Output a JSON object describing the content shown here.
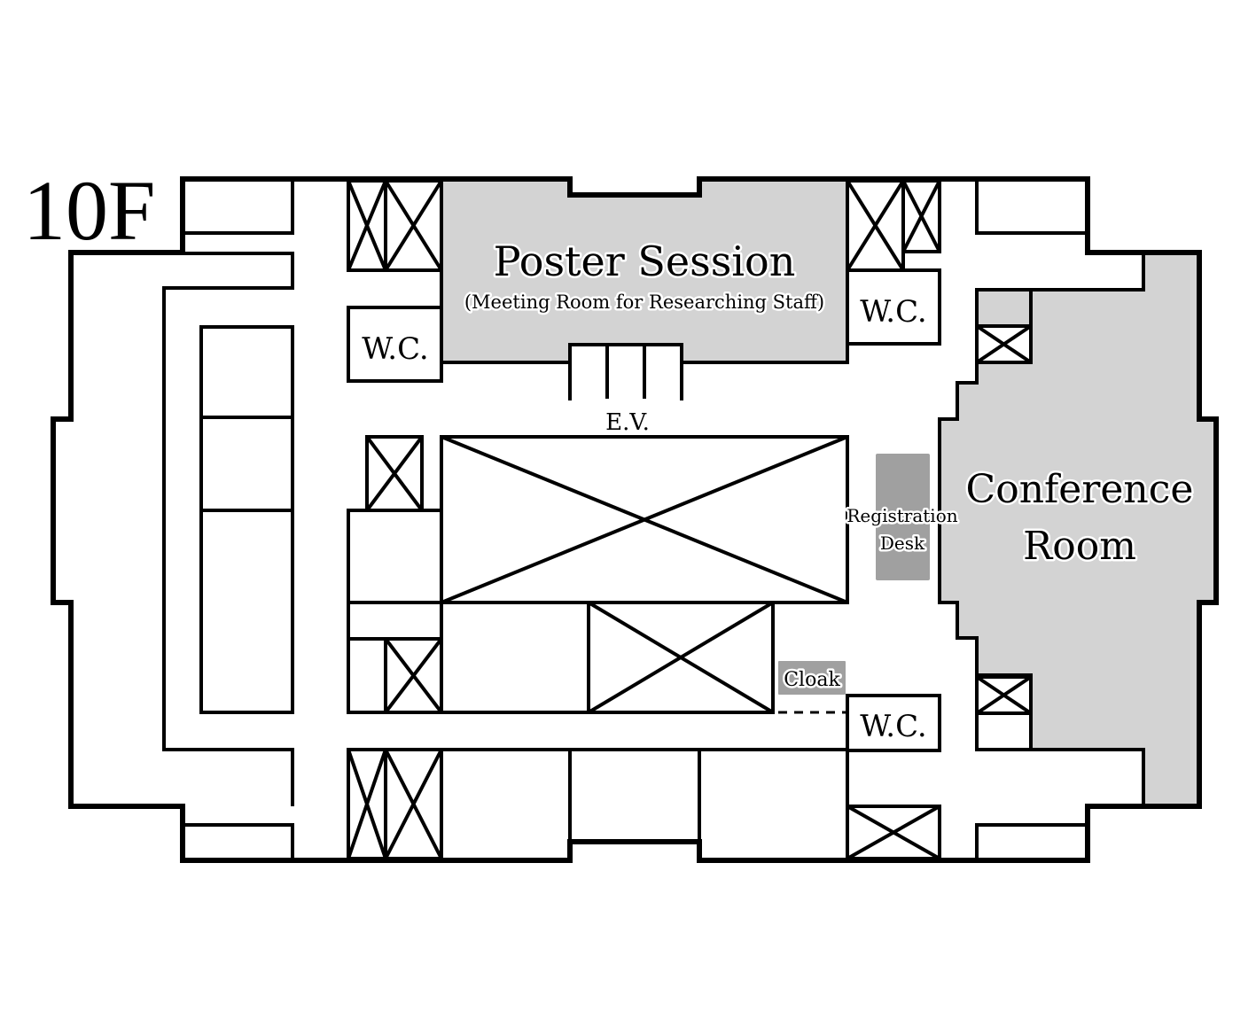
{
  "floor": {
    "label": "10F"
  },
  "colors": {
    "room_highlight": "#d3d3d3",
    "desk_fill": "#a0a0a0",
    "wall": "#000000",
    "background": "#ffffff"
  },
  "rooms": {
    "poster_session": {
      "title": "Poster Session",
      "subtitle": "(Meeting Room for Researching Staff)"
    },
    "conference_room": {
      "line1": "Conference",
      "line2": "Room"
    },
    "registration_desk": {
      "line1": "Registration",
      "line2": "Desk"
    },
    "cloak": {
      "label": "Cloak"
    },
    "elevator": {
      "label": "E.V."
    },
    "restrooms": [
      {
        "label": "W.C."
      },
      {
        "label": "W.C."
      },
      {
        "label": "W.C."
      }
    ]
  }
}
